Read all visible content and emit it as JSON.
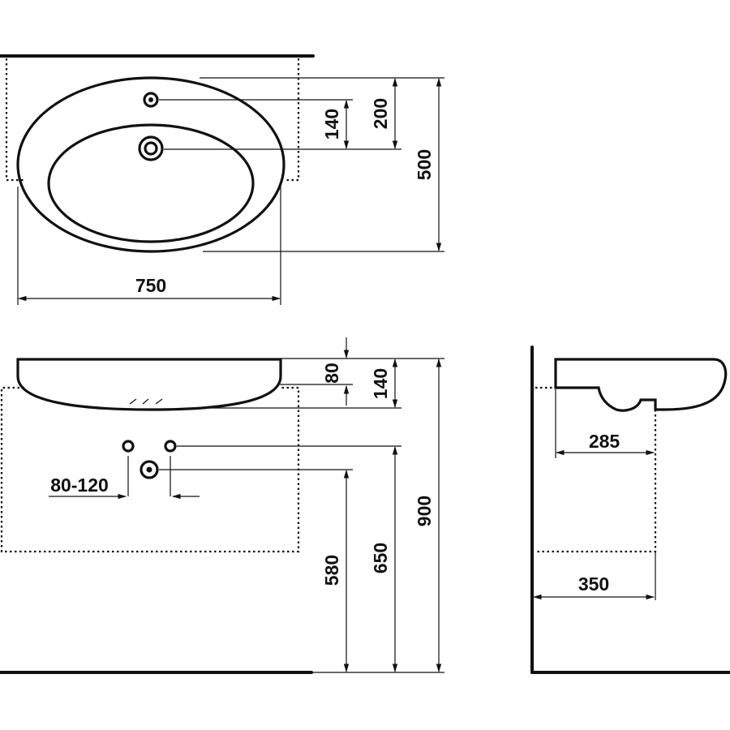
{
  "diagram": {
    "top_view": {
      "width_label": "750",
      "depth_label": "500",
      "tap_hole_offset_label": "200",
      "drain_offset_label": "140"
    },
    "front_view": {
      "rim_height_label": "80",
      "bowl_height_label": "140",
      "total_height_label": "900",
      "supply_height_label": "650",
      "drain_height_label": "580",
      "supply_spacing_label": "80-120"
    },
    "side_view": {
      "drain_distance_label": "285",
      "depth_label": "350"
    }
  }
}
